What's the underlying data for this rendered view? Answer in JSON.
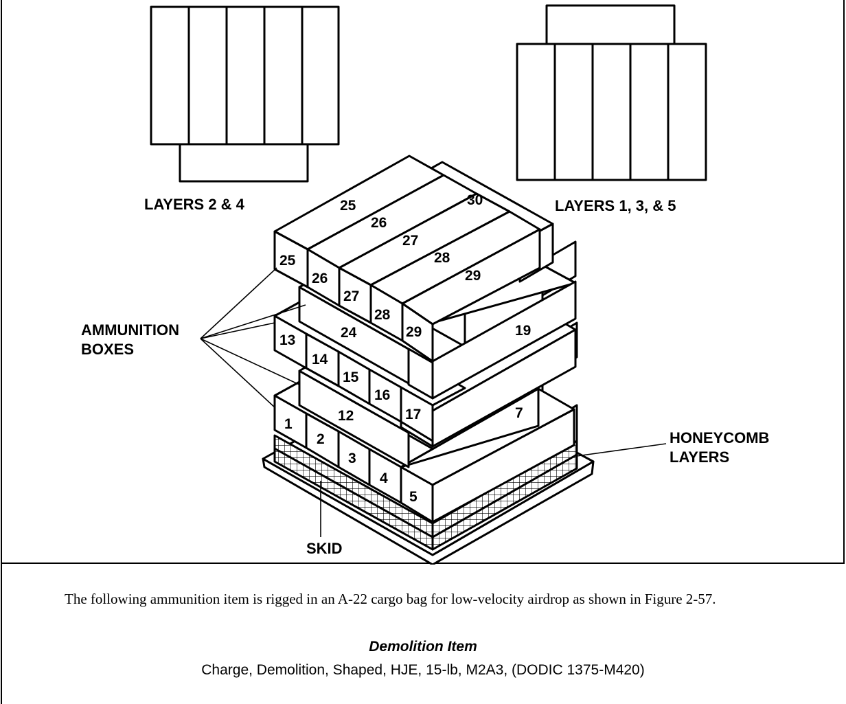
{
  "figure": {
    "labels": {
      "layers_2_4": "LAYERS 2 & 4",
      "layers_1_3_5": "LAYERS 1, 3, & 5",
      "ammo_line1": "AMMUNITION",
      "ammo_line2": "BOXES",
      "honeycomb_line1": "HONEYCOMB",
      "honeycomb_line2": "LAYERS",
      "skid": "SKID"
    },
    "box_numbers": {
      "n1": "1",
      "n2": "2",
      "n3": "3",
      "n4": "4",
      "n5": "5",
      "n7": "7",
      "n12": "12",
      "n13": "13",
      "n14": "14",
      "n15": "15",
      "n16": "16",
      "n17": "17",
      "n19": "19",
      "n24": "24",
      "n25a": "25",
      "n25b": "25",
      "n26a": "26",
      "n26b": "26",
      "n27a": "27",
      "n27b": "27",
      "n28a": "28",
      "n28b": "28",
      "n29a": "29",
      "n29b": "29",
      "n30": "30"
    }
  },
  "text": {
    "paragraph": "The following ammunition item is rigged in an A-22 cargo bag for low-velocity airdrop as shown in Figure 2-57.",
    "item_heading": "Demolition Item",
    "item_name": "Charge, Demolition, Shaped, HJE, 15-lb, M2A3, (DODIC 1375-M420)"
  }
}
